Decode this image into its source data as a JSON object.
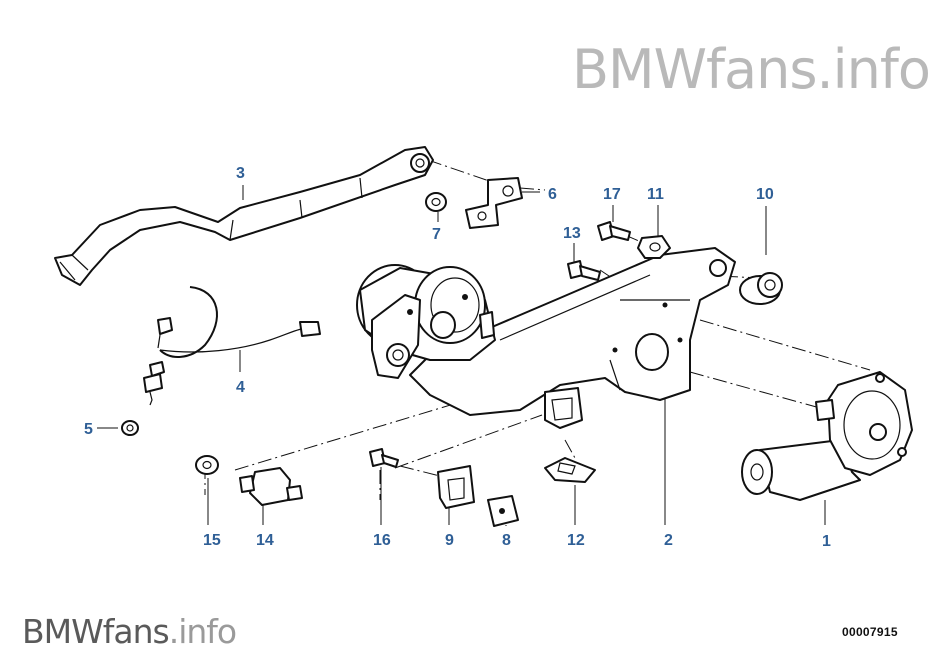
{
  "watermark": {
    "top_brand": "BMWfans",
    "top_suffix": ".info",
    "bottom_brand": "BMWfans",
    "bottom_suffix": ".info"
  },
  "diagram_code": "00007915",
  "callouts": [
    "1",
    "2",
    "3",
    "4",
    "5",
    "6",
    "7",
    "8",
    "9",
    "10",
    "11",
    "12",
    "13",
    "14",
    "15",
    "16",
    "17"
  ]
}
